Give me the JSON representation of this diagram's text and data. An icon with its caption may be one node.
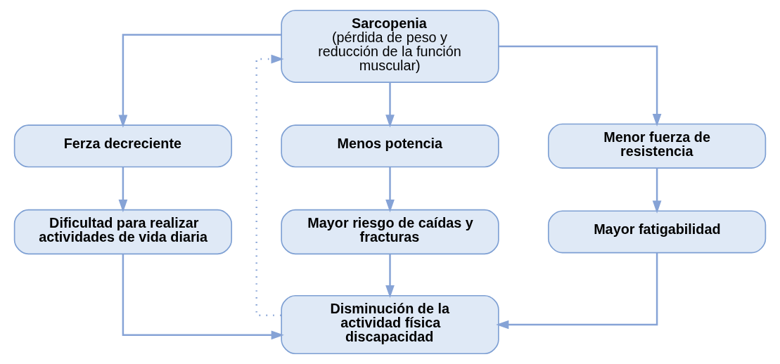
{
  "diagram": {
    "nodes": [
      {
        "text": [
          "Sarcopenia",
          "(pérdida de peso y reducción de la función muscular)"
        ]
      },
      {
        "text": [
          "Ferza decreciente"
        ]
      },
      {
        "text": [
          "Menos potencia"
        ]
      },
      {
        "text": [
          "Menor fuerza de resistencia"
        ]
      },
      {
        "text": [
          "Dificultad para realizar actividades de vida diaria"
        ]
      },
      {
        "text": [
          "Mayor riesgo de caídas y fracturas"
        ]
      },
      {
        "text": [
          "Mayor fatigabilidad"
        ]
      },
      {
        "text": [
          "Disminución de la actividad física discapacidad"
        ]
      }
    ],
    "edges": [
      {
        "from": 0,
        "to": 1,
        "arrow": "to"
      },
      {
        "from": 0,
        "to": 2,
        "arrow": "to"
      },
      {
        "from": 0,
        "to": 3,
        "arrow": "to"
      },
      {
        "from": 1,
        "to": 4,
        "arrow": "to"
      },
      {
        "from": 2,
        "to": 5,
        "arrow": "to"
      },
      {
        "from": 3,
        "to": 6,
        "arrow": "to"
      },
      {
        "from": 4,
        "to": 7,
        "arrow": "to"
      },
      {
        "from": 5,
        "to": 7,
        "arrow": "to"
      },
      {
        "from": 6,
        "to": 7,
        "arrow": "to"
      },
      {
        "from": 7,
        "to": 0,
        "arrow": "to",
        "style": "dashed"
      }
    ]
  }
}
